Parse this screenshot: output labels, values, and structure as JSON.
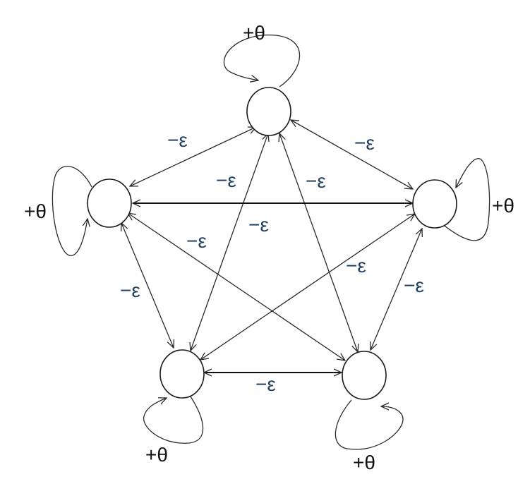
{
  "graph": {
    "nodes": [
      "",
      "",
      "",
      "",
      ""
    ],
    "self_loop_label": "+θ",
    "edge_label": "−ε"
  },
  "labels": {
    "loop_top": "+θ",
    "loop_left": "+θ",
    "loop_right": "+θ",
    "loop_bottom_left": "+θ",
    "loop_bottom_right": "+θ",
    "e_top_left": "−ε",
    "e_top_right": "−ε",
    "e_top_bottomleft": "−ε",
    "e_top_bottomright": "−ε",
    "e_left_right": "−ε",
    "e_left_bottomright": "−ε",
    "e_right_bottomleft": "−ε",
    "e_left_bottomleft": "−ε",
    "e_right_bottomright": "−ε",
    "e_bottom": "−ε"
  },
  "colors": {
    "edge_label": "#1e3f5e",
    "self_loop_label": "#111111",
    "stroke": "#1a1a1a"
  }
}
